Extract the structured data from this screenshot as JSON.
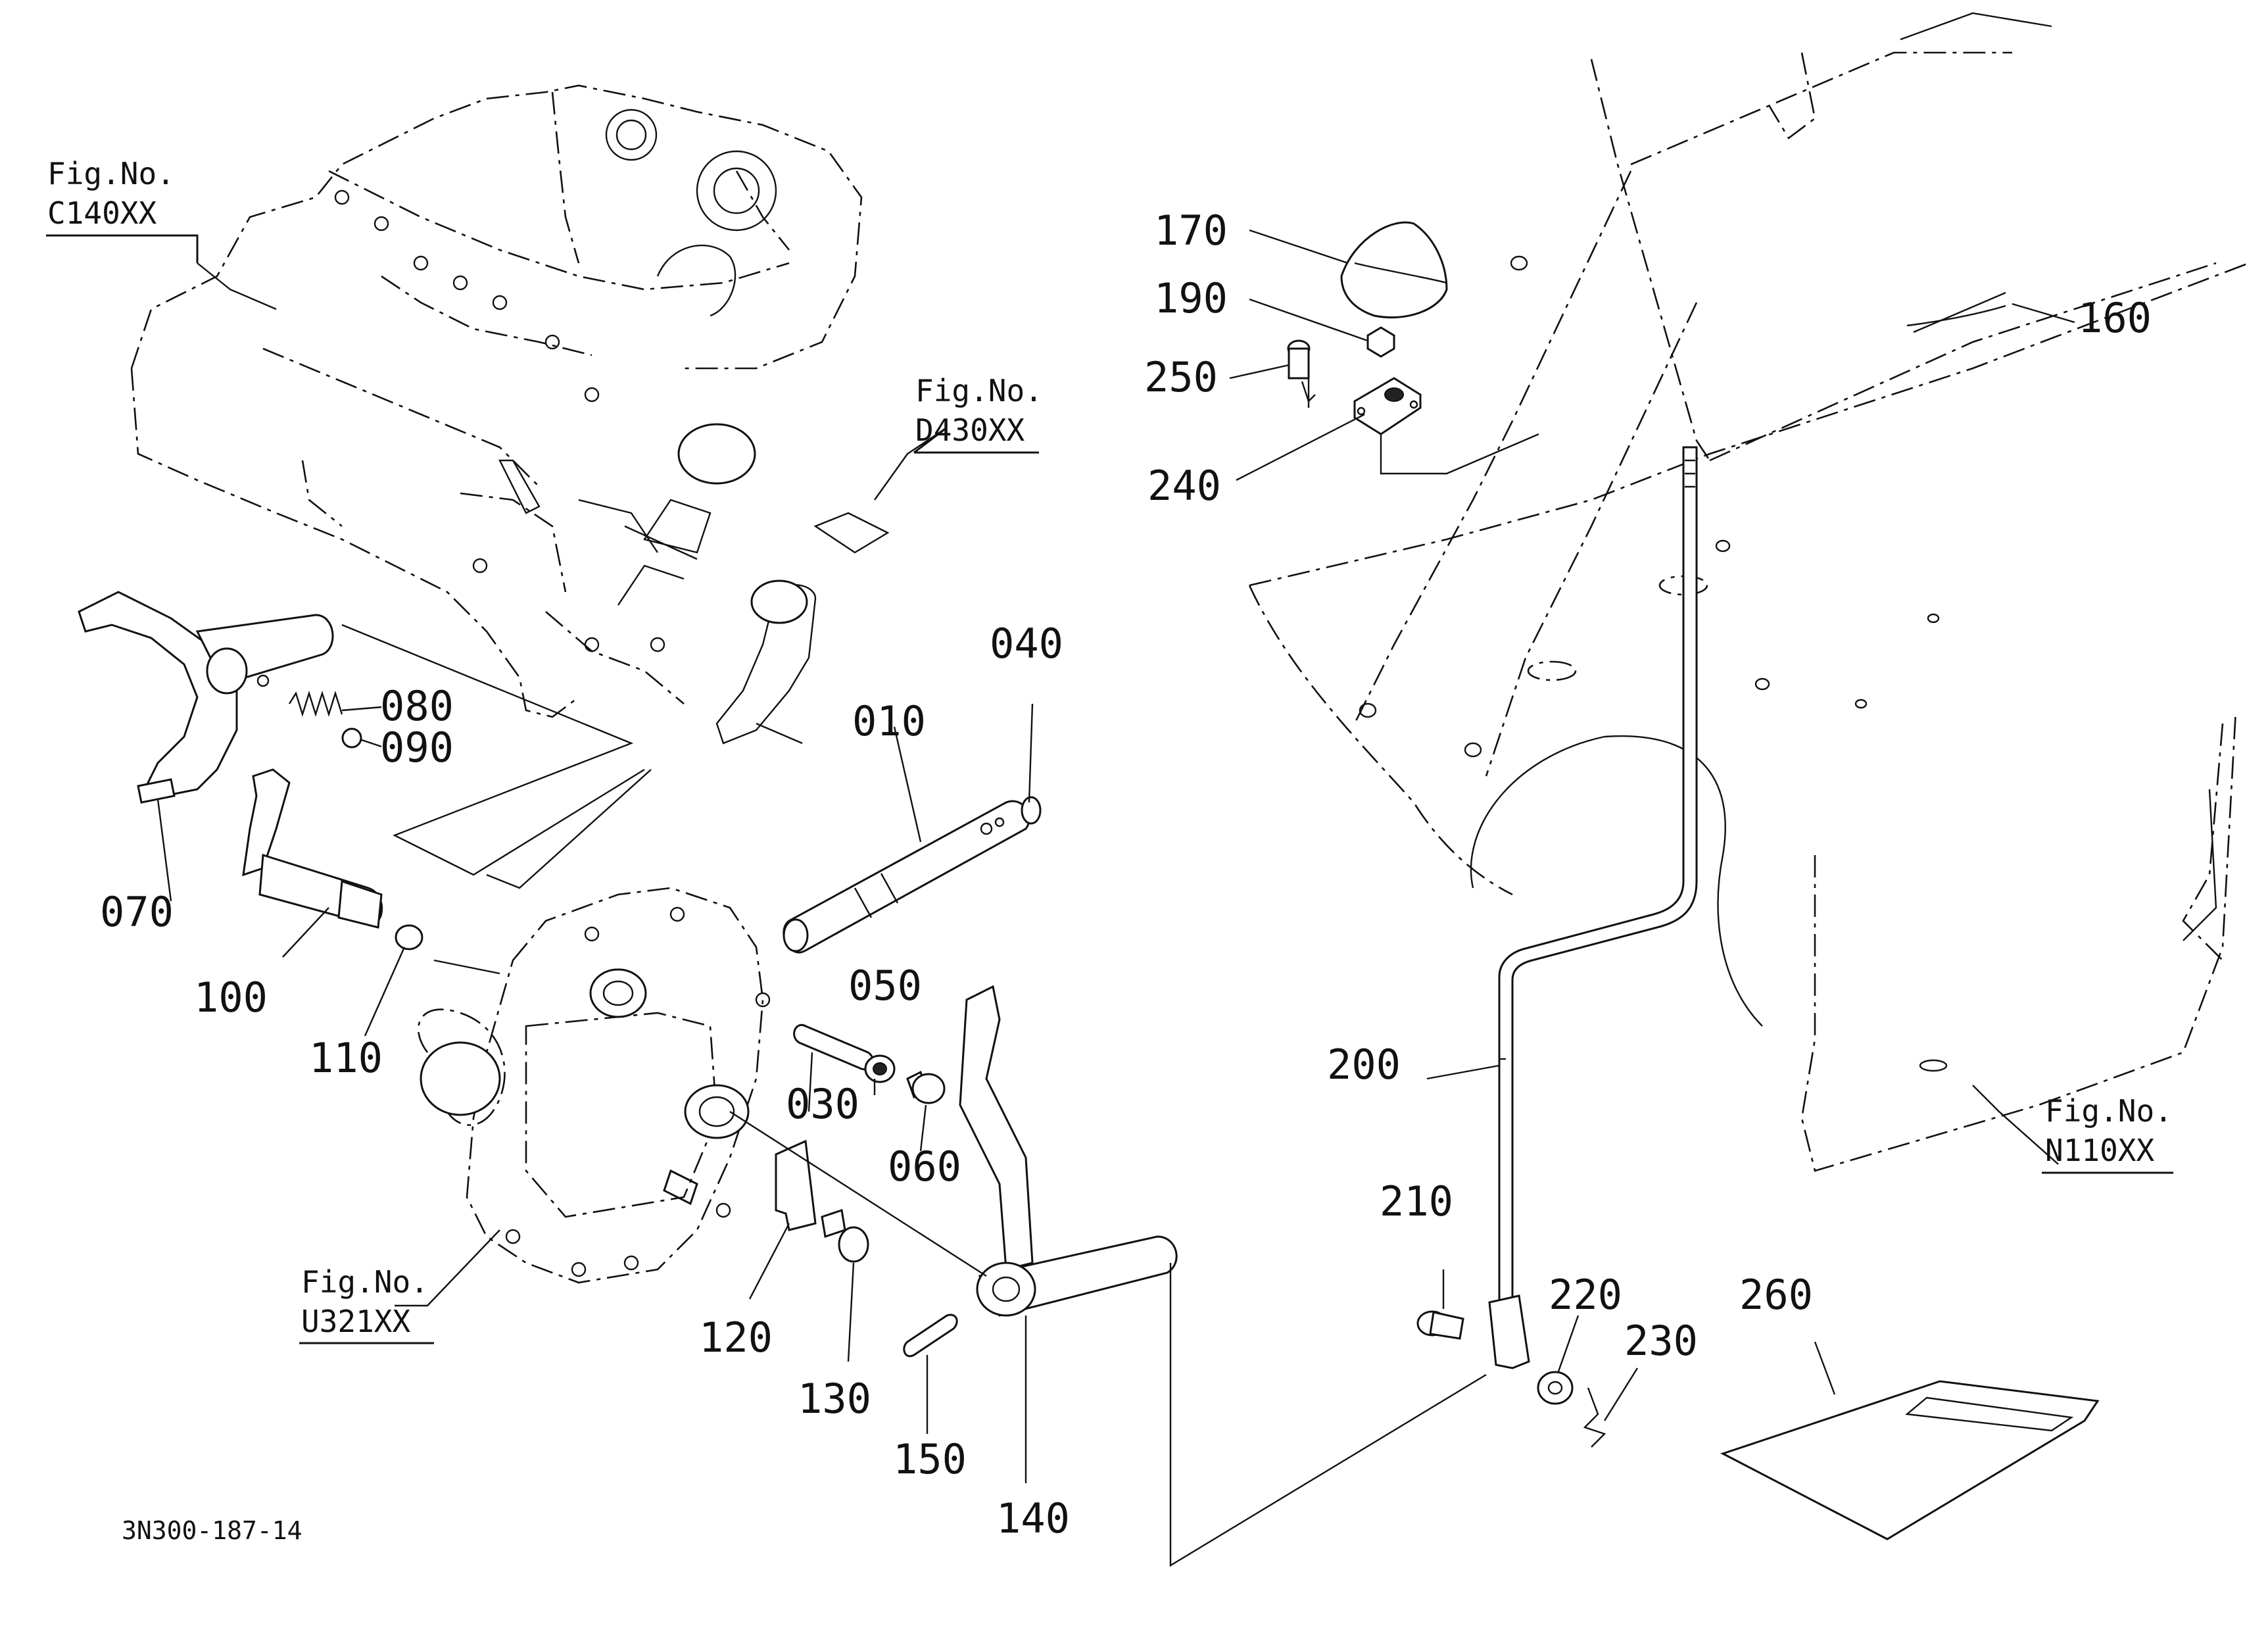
{
  "figure_refs": {
    "c140": {
      "caption": "Fig.No.",
      "code": "C140XX"
    },
    "d430": {
      "caption": "Fig.No.",
      "code": "D430XX"
    },
    "u321": {
      "caption": "Fig.No.",
      "code": "U321XX"
    },
    "n110": {
      "caption": "Fig.No.",
      "code": "N110XX"
    }
  },
  "parts": {
    "p010": "010",
    "p030": "030",
    "p040": "040",
    "p050": "050",
    "p060": "060",
    "p070": "070",
    "p080": "080",
    "p090": "090",
    "p100": "100",
    "p110": "110",
    "p120": "120",
    "p130": "130",
    "p140": "140",
    "p150": "150",
    "p160": "160",
    "p170": "170",
    "p190": "190",
    "p200": "200",
    "p210": "210",
    "p220": "220",
    "p230": "230",
    "p240": "240",
    "p250": "250",
    "p260": "260"
  },
  "drawing_code": "3N300-187-14"
}
